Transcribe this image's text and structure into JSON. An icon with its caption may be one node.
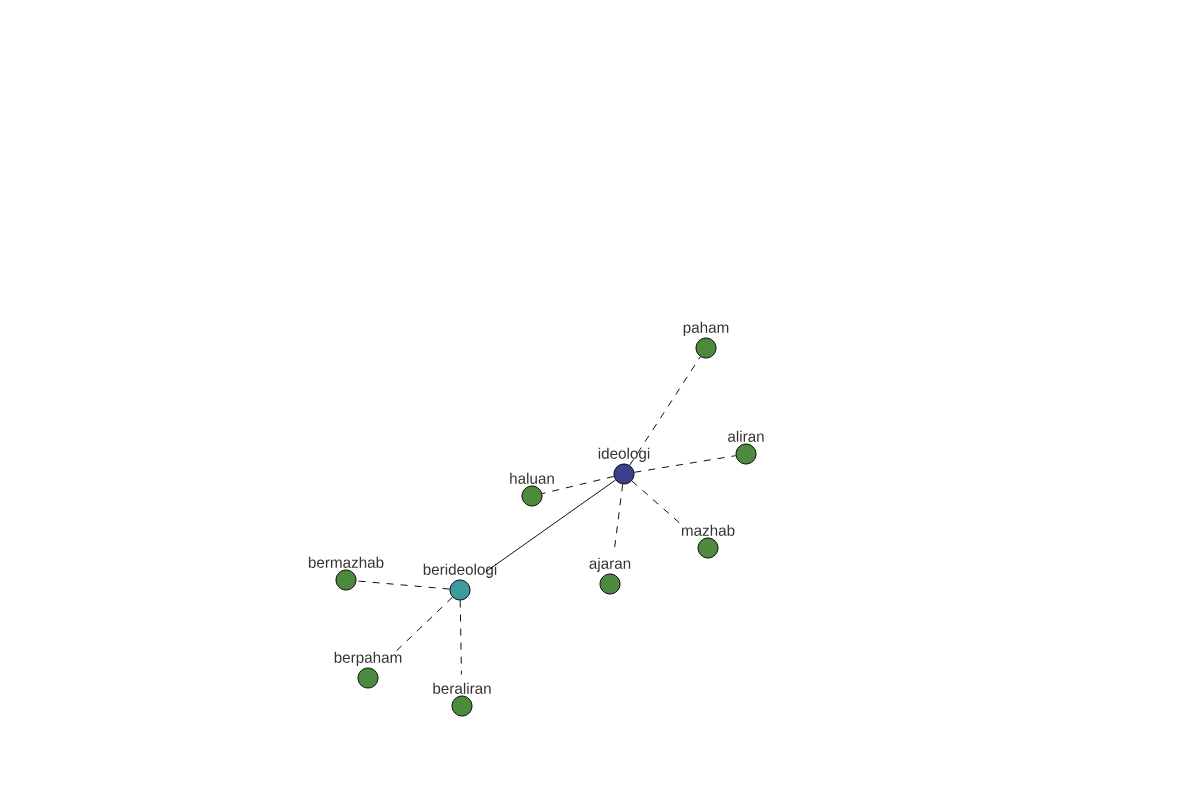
{
  "diagram": {
    "nodes": [
      {
        "text": [
          "ideologi"
        ]
      },
      {
        "text": [
          "paham"
        ]
      },
      {
        "text": [
          "aliran"
        ]
      },
      {
        "text": [
          "haluan"
        ]
      },
      {
        "text": [
          "mazhab"
        ]
      },
      {
        "text": [
          "ajaran"
        ]
      },
      {
        "text": [
          "bermazhab"
        ]
      },
      {
        "text": [
          "berideologi"
        ]
      },
      {
        "text": [
          "berpaham"
        ]
      },
      {
        "text": [
          "beraliran"
        ]
      }
    ],
    "edges": [
      {
        "from": 0,
        "to": 1,
        "arrow": "none",
        "style": "dashed"
      },
      {
        "from": 0,
        "to": 2,
        "arrow": "none",
        "style": "dashed"
      },
      {
        "from": 0,
        "to": 3,
        "arrow": "none",
        "style": "dashed"
      },
      {
        "from": 0,
        "to": 4,
        "arrow": "none",
        "style": "dashed"
      },
      {
        "from": 0,
        "to": 5,
        "arrow": "none",
        "style": "dashed"
      },
      {
        "from": 0,
        "to": 7,
        "arrow": "none"
      },
      {
        "from": 7,
        "to": 6,
        "arrow": "none",
        "style": "dashed"
      },
      {
        "from": 7,
        "to": 8,
        "arrow": "none",
        "style": "dashed"
      },
      {
        "from": 7,
        "to": 9,
        "arrow": "none",
        "style": "dashed"
      }
    ]
  }
}
